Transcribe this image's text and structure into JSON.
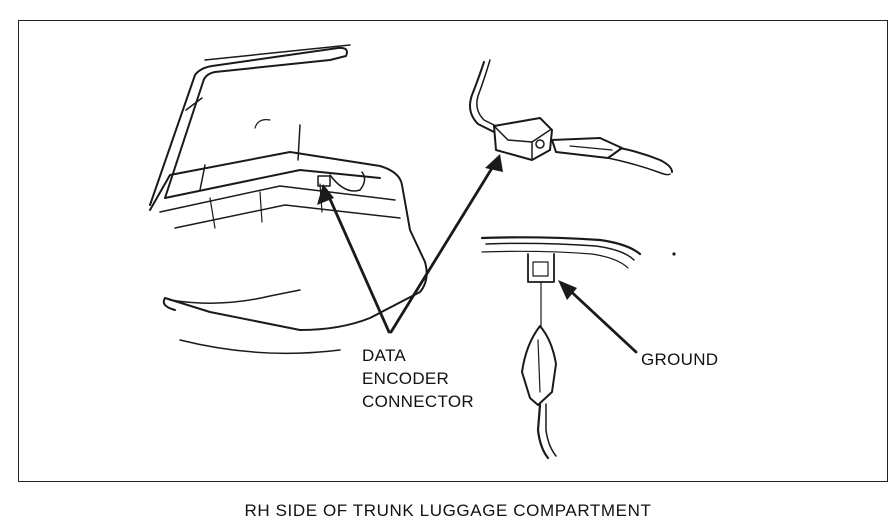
{
  "labels": {
    "data_encoder_connector": [
      "DATA",
      "ENCODER",
      "CONNECTOR"
    ],
    "ground": "GROUND"
  },
  "caption": "RH SIDE OF TRUNK LUGGAGE COMPARTMENT"
}
